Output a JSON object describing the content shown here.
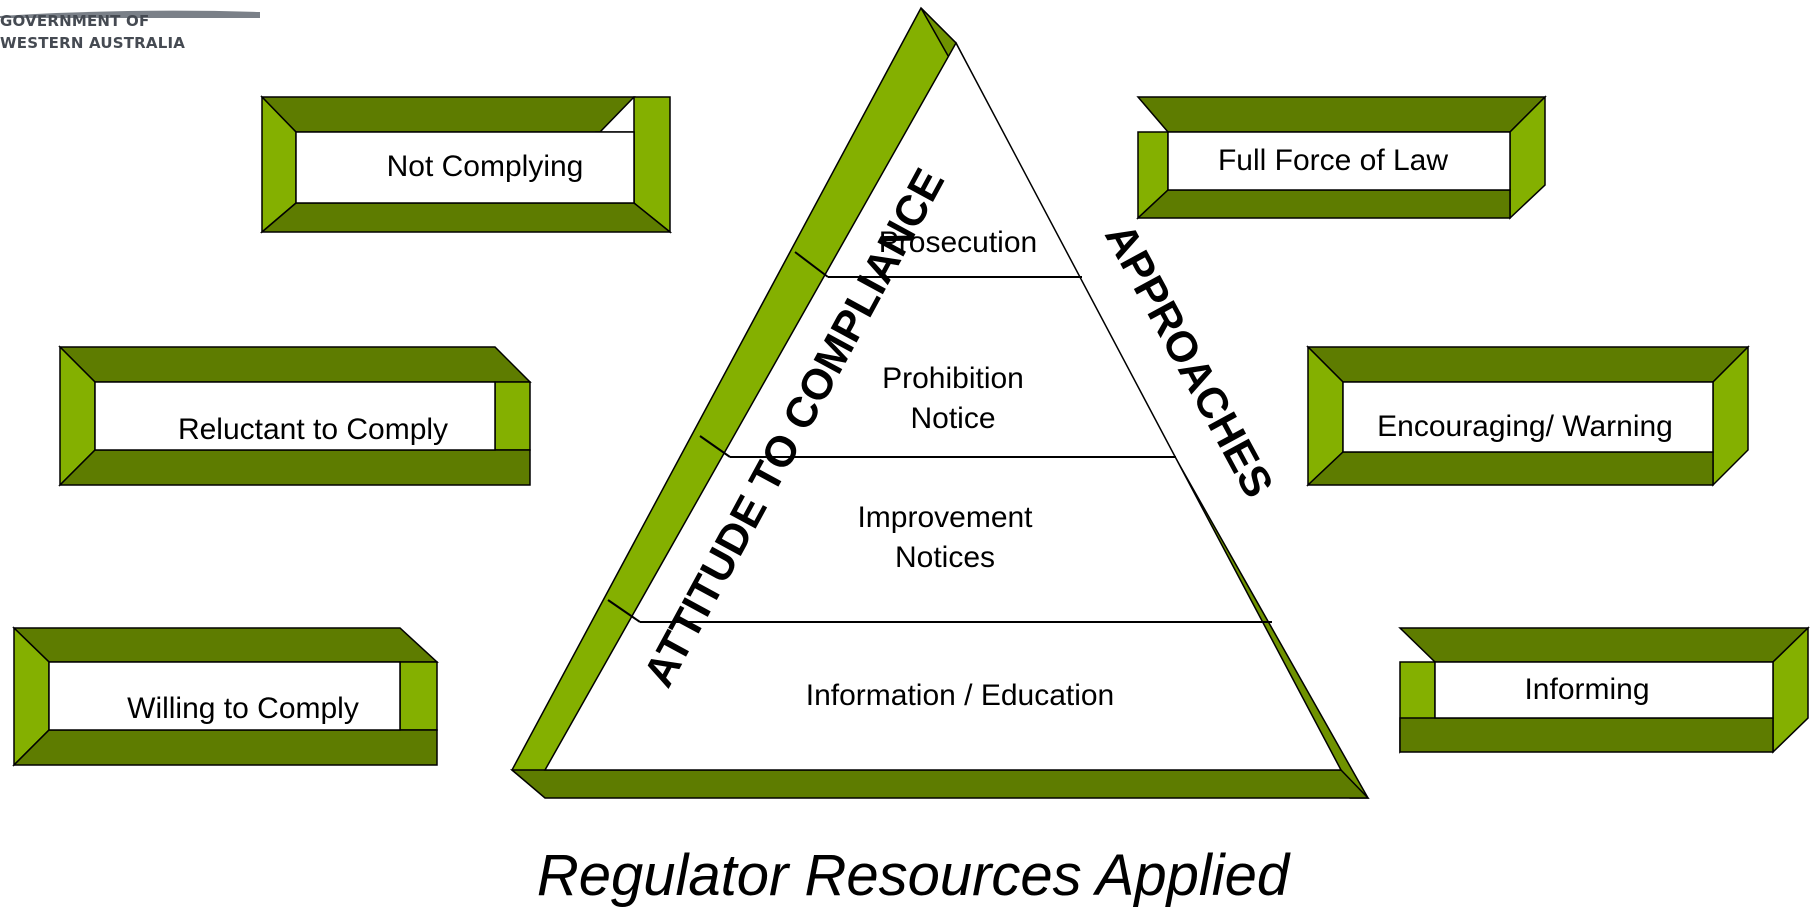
{
  "organisation": {
    "line1": "GOVERNMENT OF",
    "line2": "WESTERN AUSTRALIA"
  },
  "colors": {
    "bevel_light": "#84b000",
    "bevel_dark": "#5e7c00",
    "bevel_mid": "#6f9200",
    "outline": "#000000",
    "face": "#ffffff"
  },
  "left_axis_title": "ATTITUDE TO COMPLIANCE",
  "right_axis_title": "APPROACHES",
  "bottom_caption": "Regulator Resources Applied",
  "attitudes": [
    {
      "label": "Not Complying"
    },
    {
      "label": "Reluctant to Comply"
    },
    {
      "label": "Willing to Comply"
    }
  ],
  "approaches": [
    {
      "label": "Full Force of Law"
    },
    {
      "label": "Encouraging/ Warning"
    },
    {
      "label": "Informing"
    }
  ],
  "pyramid_levels": [
    {
      "line1": "Prosecution",
      "line2": ""
    },
    {
      "line1": "Prohibition",
      "line2": "Notice"
    },
    {
      "line1": "Improvement",
      "line2": "Notices"
    },
    {
      "line1": "Information / Education",
      "line2": ""
    }
  ]
}
